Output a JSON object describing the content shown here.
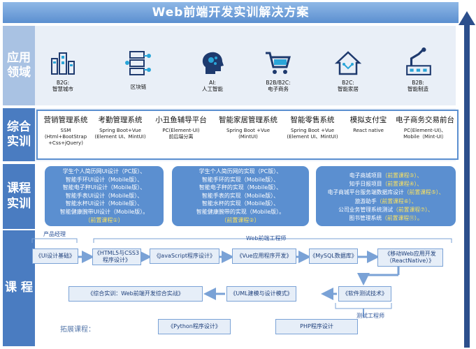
{
  "title": "Web前端开发实训解决方案",
  "sections": {
    "app": "应用\n领域",
    "training": "综合\n实训",
    "course_training": "课程\n实训",
    "course": "课 程"
  },
  "domains": [
    {
      "label": "B2G:\n智慧城市",
      "icon": "city-icon"
    },
    {
      "label": "区块链",
      "icon": "blockchain-icon"
    },
    {
      "label": "AI:\n人工智能",
      "icon": "ai-head-icon"
    },
    {
      "label": "B2B/B2C:\n电子商务",
      "icon": "cart-icon"
    },
    {
      "label": "B2C:\n智能家居",
      "icon": "smart-home-icon"
    },
    {
      "label": "B2B:\n智能制造",
      "icon": "factory-icon"
    }
  ],
  "systems": [
    {
      "title": "营销管理系统",
      "desc": "SSM\n(Html+BootStrap\n+Css+jQuery)"
    },
    {
      "title": "考勤管理系统",
      "desc": "Spring Boot+Vue\n(Element UI、MintUI)"
    },
    {
      "title": "小丑鱼辅导平台",
      "desc": "PC(Element-UI)\n前后端分离"
    },
    {
      "title": "智能家居管理系统",
      "desc": "Spring Boot +Vue\n(MintUI)"
    },
    {
      "title": "智能零售系统",
      "desc": "Spring Boot +Vue\n(Element UI、MintUI)"
    },
    {
      "title": "模拟支付宝",
      "desc": "React native"
    },
    {
      "title": "电子商务交易前台",
      "desc": "PC(Element-UI)、\nMobile（Mint-UI）"
    }
  ],
  "course_groups": [
    {
      "lines": [
        "学生个人简历网UI设计（PC版）、",
        "智能手环UI设计（Mobile版）、",
        "智能电子秤UI设计（Mobile版）、",
        "智能手表UI设计（Mobile版）、",
        "智能水杯UI设计（Mobile版）、",
        "智能健康腕带UI设计（Mobile版）。"
      ],
      "tag": "（前置课程①）"
    },
    {
      "lines": [
        "学生个人简历网的实现（PC版）、",
        "智能手环的实现（Mobile版）、",
        "智能电子秤的实现（Mobile版）、",
        "智能手表的实现（Mobile版）、",
        "智能水杯的实现（Mobile版）、",
        "智能健康腕带的实现（Mobile版）。"
      ],
      "tag": "（前置课程②）"
    },
    {
      "items": [
        {
          "text": "电子商城项目",
          "tag": "（前置课程③）、"
        },
        {
          "text": "知乎日报项目",
          "tag": "（前置课程④）、"
        },
        {
          "text": "电子商城平台服务端数据库设计",
          "tag": "（前置课程⑤）、"
        },
        {
          "text": "旅游助手",
          "tag": "（前置课程⑥）、"
        },
        {
          "text": "公司业务管理系统测试",
          "tag": "（前置课程⑦）、"
        },
        {
          "text": "图书管理系统",
          "tag": "（前置课程⑪）。"
        }
      ]
    }
  ],
  "roles": {
    "product_manager": "产品经理",
    "web_engineer": "Web前端工程师",
    "test_engineer": "测试工程师",
    "extension": "拓展课程："
  },
  "path_row1": [
    "《UI设计基础》",
    "《HTML5与CSS3\n程序设计》",
    "《JavaScript程序设计》",
    "《Vue应用程序开发》",
    "《MySQL数据库》",
    "《移动Web应用开发\n（ReactNative）》"
  ],
  "path_row2": [
    "《综合实训：Web前端开发综合实战》",
    "《UML建模与设计模式》",
    "《软件测试技术》"
  ],
  "path_row3": [
    "《Python程序设计》",
    "PHP程序设计"
  ]
}
